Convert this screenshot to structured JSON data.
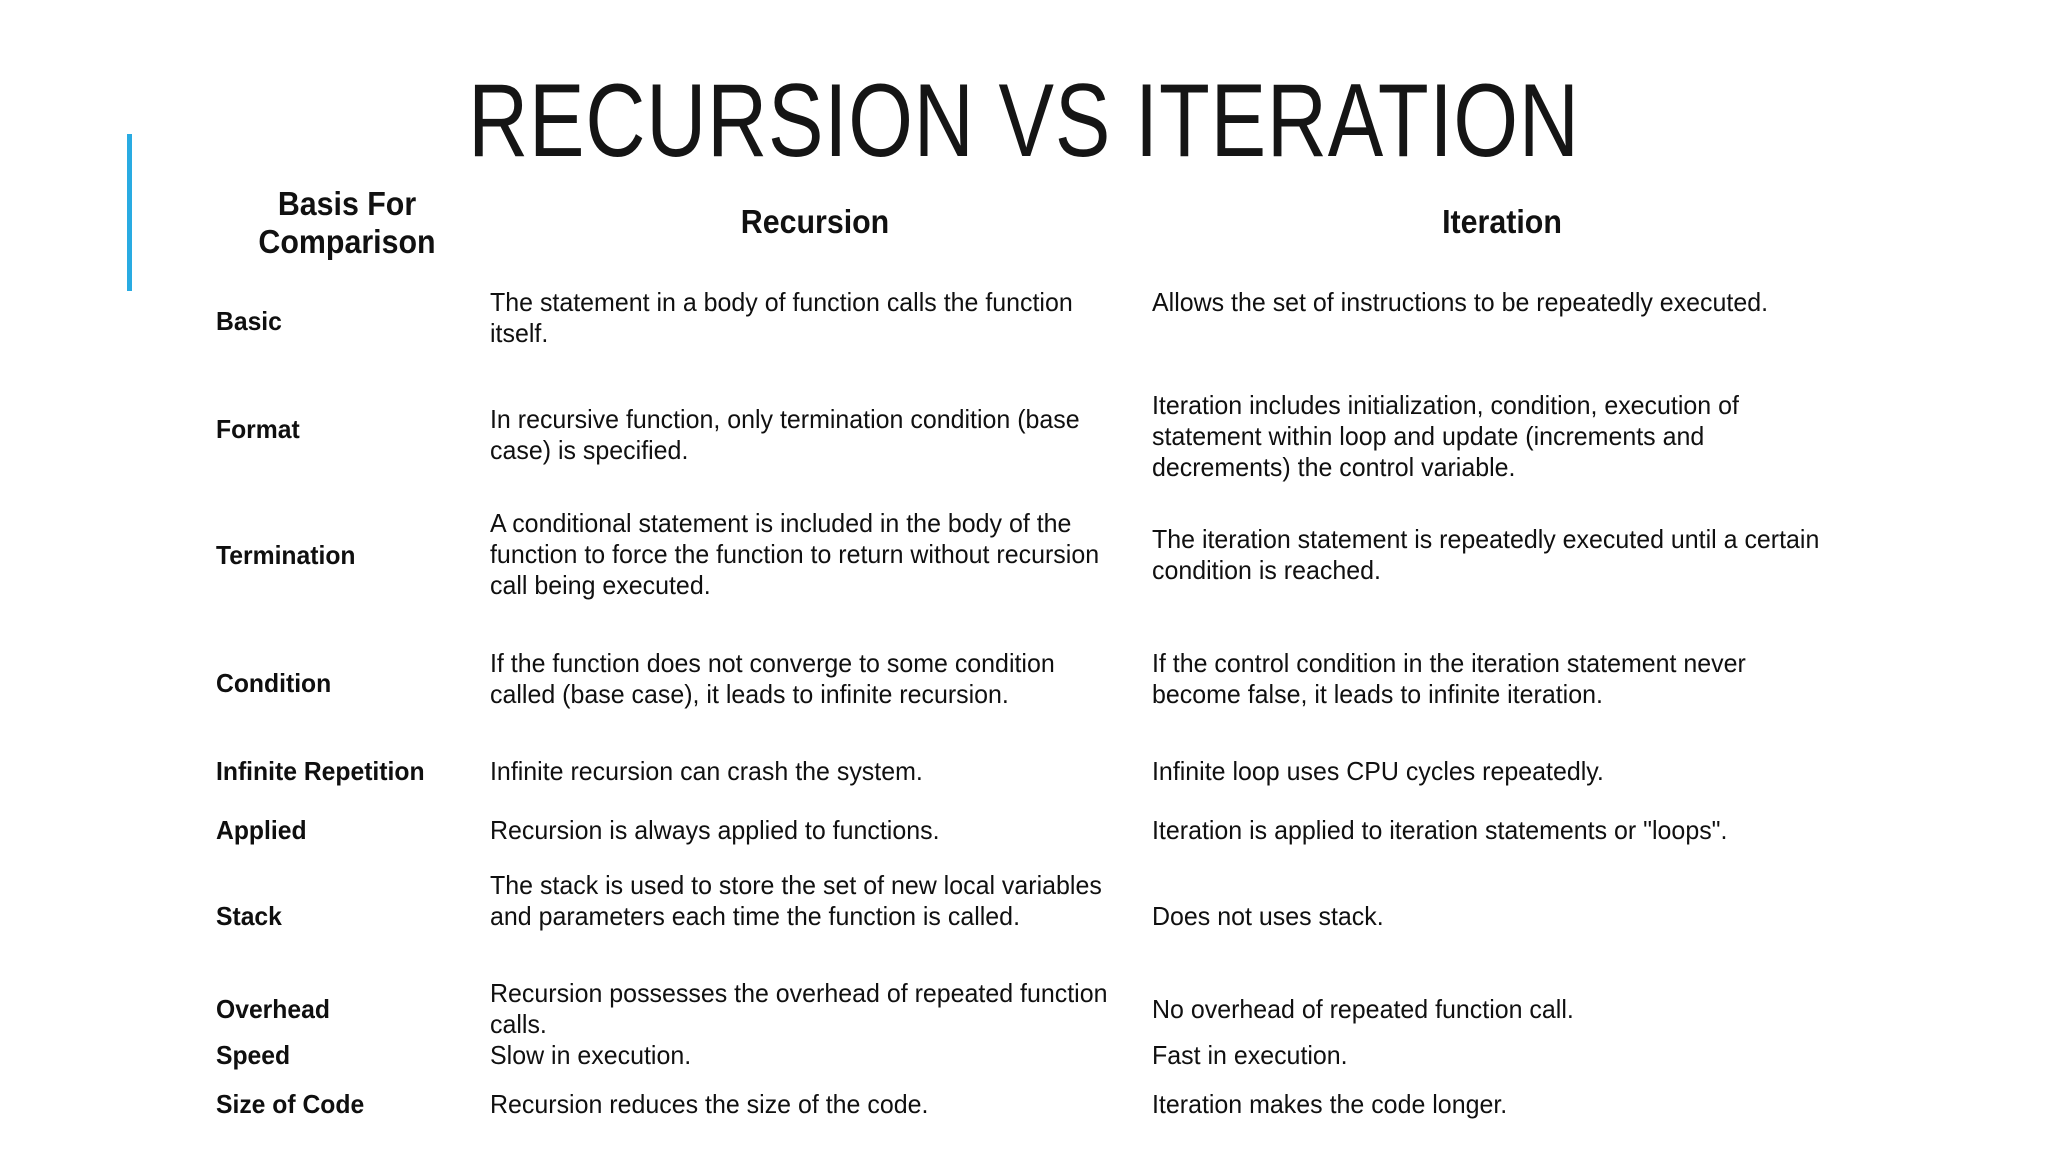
{
  "title": "RECURSION VS ITERATION",
  "accent_color": "#29abe2",
  "table": {
    "headers": {
      "basis": "Basis For\nComparison",
      "basis_line1": "Basis For",
      "basis_line2": "Comparison",
      "recursion": "Recursion",
      "iteration": "Iteration"
    },
    "rows": [
      {
        "basis": "Basic",
        "recursion": "The statement in a body of function calls the function itself.",
        "iteration": "Allows the set of instructions to be repeatedly executed."
      },
      {
        "basis": "Format",
        "recursion": "In recursive function, only termination condition (base case) is specified.",
        "iteration": "Iteration includes initialization, condition, execution of statement within loop and update (increments and decrements) the control variable."
      },
      {
        "basis": "Termination",
        "recursion": "A conditional statement is included in the body of the function to force the function to return without recursion call being executed.",
        "iteration": "The iteration statement is repeatedly executed until a certain condition is reached."
      },
      {
        "basis": "Condition",
        "recursion": "If the function does not converge to some condition called (base case), it leads to infinite recursion.",
        "iteration": "If the control condition in the iteration statement never become false, it leads to infinite iteration."
      },
      {
        "basis": "Infinite Repetition",
        "recursion": "Infinite recursion can crash the system.",
        "iteration": "Infinite loop uses CPU cycles repeatedly."
      },
      {
        "basis": "Applied",
        "recursion": "Recursion is always applied to functions.",
        "iteration": "Iteration is applied to iteration statements or \"loops\"."
      },
      {
        "basis": "Stack",
        "recursion": "The stack is used to store the set of new local variables and parameters each time the function is called.",
        "iteration": "Does not uses stack."
      },
      {
        "basis": "Overhead",
        "recursion": "Recursion possesses the overhead of repeated function calls.",
        "iteration": "No overhead of repeated function call."
      },
      {
        "basis": "Speed",
        "recursion": "Slow in execution.",
        "iteration": "Fast in execution."
      },
      {
        "basis": "Size of Code",
        "recursion": "Recursion reduces the size of the code.",
        "iteration": "Iteration makes the code longer."
      }
    ]
  }
}
